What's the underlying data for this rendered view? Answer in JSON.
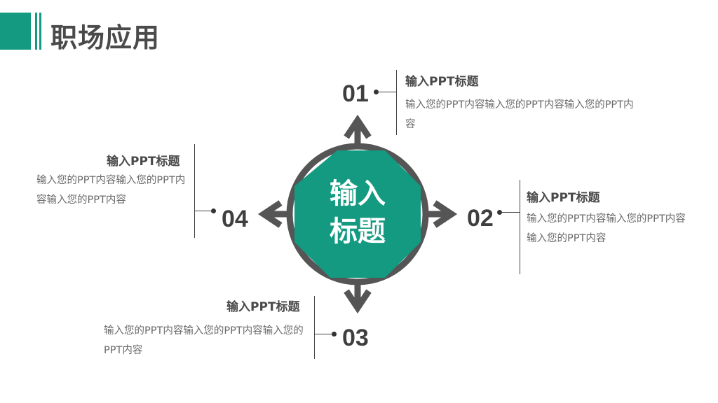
{
  "header": {
    "title": "职场应用"
  },
  "center": {
    "line1": "输入",
    "line2": "标题"
  },
  "items": [
    {
      "num": "01",
      "title": "输入PPT标题",
      "body": "输入您的PPT内容输入您的PPT内容输入您的PPT内容"
    },
    {
      "num": "02",
      "title": "输入PPT标题",
      "body": "输入您的PPT内容输入您的PPT内容输入您的PPT内容"
    },
    {
      "num": "03",
      "title": "输入PPT标题",
      "body": "输入您的PPT内容输入您的PPT内容输入您的PPT内容"
    },
    {
      "num": "04",
      "title": "输入PPT标题",
      "body": "输入您的PPT内容输入您的PPT内容输入您的PPT内容"
    }
  ],
  "colors": {
    "accent": "#139a80",
    "ring": "#555555",
    "text": "#4a4a4a"
  }
}
